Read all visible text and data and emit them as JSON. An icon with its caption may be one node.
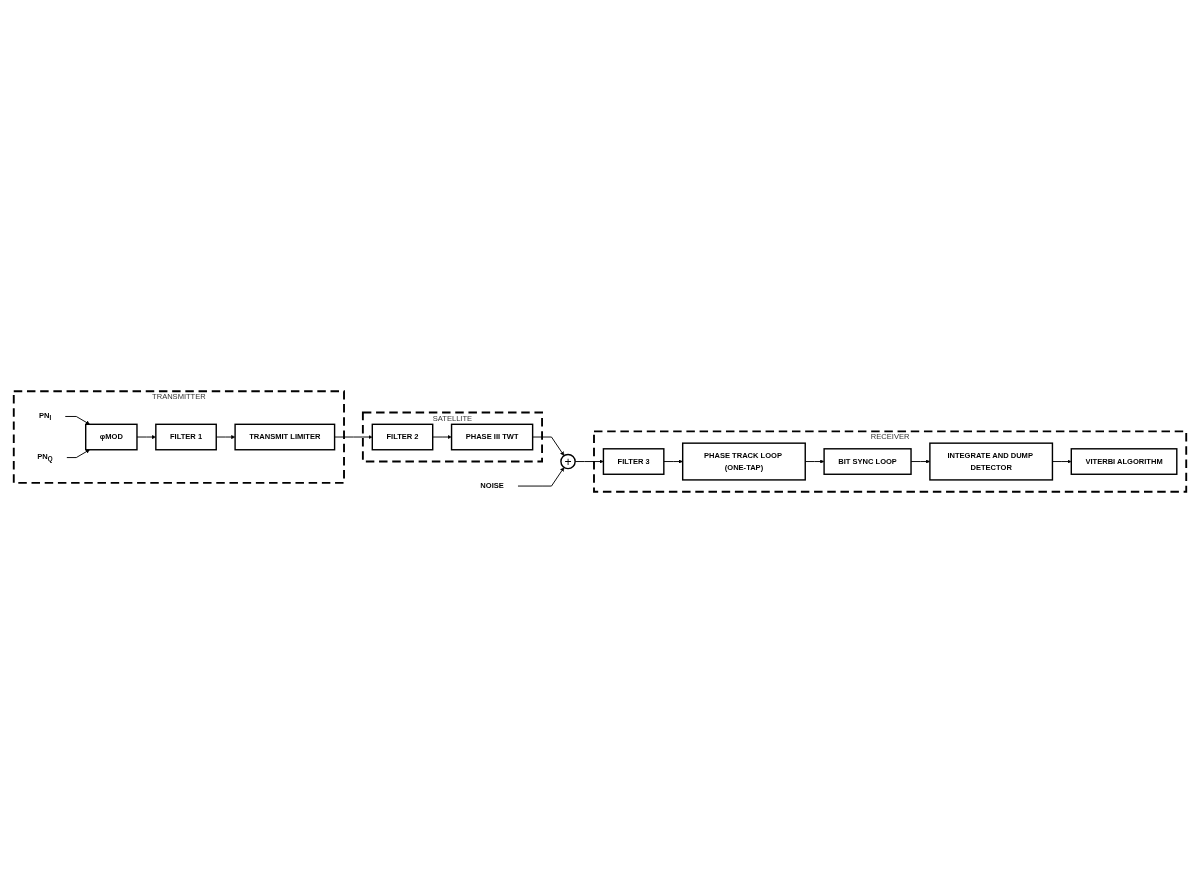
{
  "diagram": {
    "nodes": [
      {
        "text": [
          "TRANSMITTER"
        ]
      },
      {
        "text": [
          "PN$_{I}$"
        ],
        "in": 0
      },
      {
        "text": [
          "PN$_{Q}$"
        ],
        "in": 0
      },
      {
        "text": [
          "φMOD"
        ],
        "in": 0
      },
      {
        "text": [
          "FILTER 1"
        ],
        "in": 0
      },
      {
        "text": [
          "TRANSMIT LIMITER"
        ],
        "in": 0
      },
      {
        "text": [
          "SATELLITE"
        ]
      },
      {
        "text": [
          "FILTER 2"
        ],
        "in": 6
      },
      {
        "text": [
          "PHASE III TWT"
        ],
        "in": 6
      },
      {
        "text": [
          "+"
        ]
      },
      {
        "text": [
          "NOISE"
        ]
      },
      {
        "text": [
          "RECEIVER"
        ]
      },
      {
        "text": [
          "FILTER 3"
        ],
        "in": 11
      },
      {
        "text": [
          "PHASE TRACK LOOP (ONE-TAP)"
        ],
        "in": 11
      },
      {
        "text": [
          "BIT SYNC LOOP"
        ],
        "in": 11
      },
      {
        "text": [
          "INTEGRATE AND DUMP DETECTOR"
        ],
        "in": 11
      },
      {
        "text": [
          "VITERBI ALGORITHM"
        ],
        "in": 11
      }
    ],
    "edges": [
      {
        "from": 1,
        "to": 3,
        "arrow": "to"
      },
      {
        "from": 2,
        "to": 3,
        "arrow": "to"
      },
      {
        "from": 3,
        "to": 4,
        "arrow": "to"
      },
      {
        "from": 4,
        "to": 5,
        "arrow": "to"
      },
      {
        "from": 5,
        "to": 7,
        "arrow": "to"
      },
      {
        "from": 7,
        "to": 8,
        "arrow": "to"
      },
      {
        "from": 8,
        "to": 9,
        "arrow": "to"
      },
      {
        "from": 10,
        "to": 9,
        "arrow": "to"
      },
      {
        "from": 9,
        "to": 12,
        "arrow": "to"
      },
      {
        "from": 12,
        "to": 13,
        "arrow": "to"
      },
      {
        "from": 13,
        "to": 14,
        "arrow": "to"
      },
      {
        "from": 14,
        "to": 15,
        "arrow": "to"
      },
      {
        "from": 15,
        "to": 16,
        "arrow": "to"
      }
    ]
  }
}
